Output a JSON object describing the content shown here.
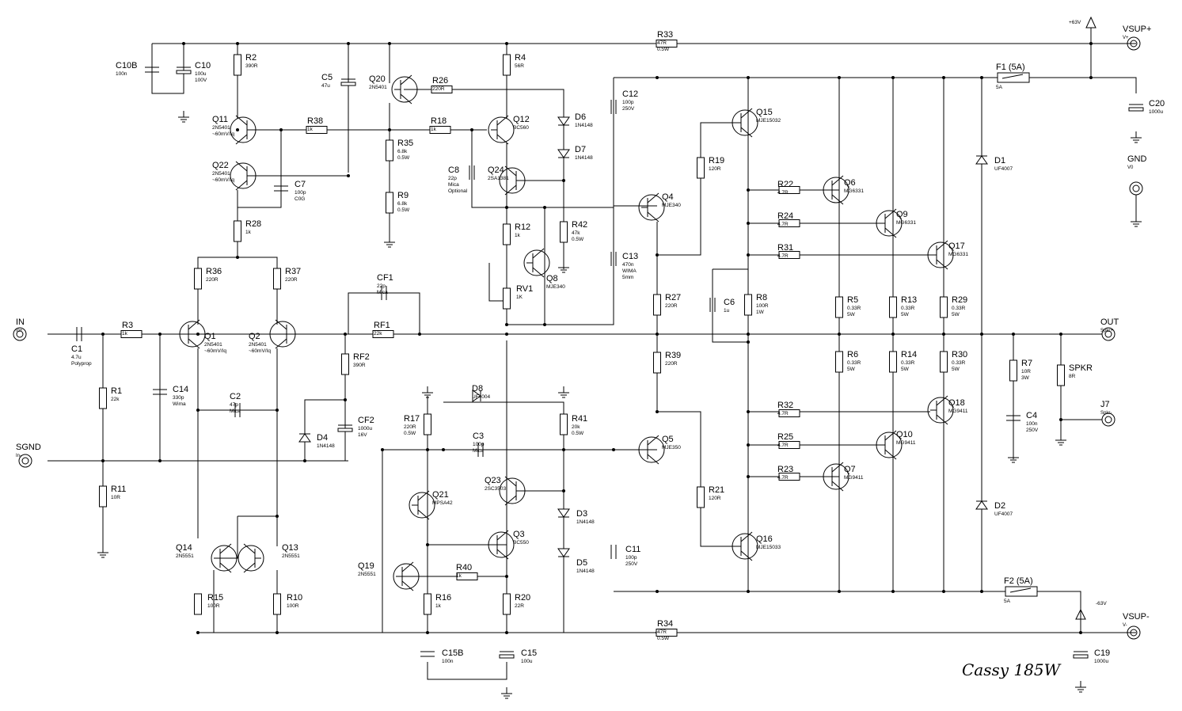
{
  "signature": "Cassy 185W",
  "connectors": {
    "in": {
      "name": "IN",
      "sub": "In+"
    },
    "sgnd": {
      "name": "SGND",
      "sub": "In-"
    },
    "vsupp": {
      "name": "VSUP+",
      "sub": "V+"
    },
    "vsupm": {
      "name": "VSUP-",
      "sub": "V-"
    },
    "gnd": {
      "name": "GND",
      "sub": "V0"
    },
    "out": {
      "name": "OUT",
      "sub": "Spkr+"
    },
    "j7": {
      "name": "J7",
      "sub": "Spkr-"
    }
  },
  "rails": {
    "pos": "+63V",
    "neg": "-63V"
  },
  "resistors": [
    {
      "ref": "R1",
      "v1": "22k"
    },
    {
      "ref": "R2",
      "v1": "390R"
    },
    {
      "ref": "R3",
      "v1": "1k"
    },
    {
      "ref": "R4",
      "v1": "56R"
    },
    {
      "ref": "R5",
      "v1": "0.33R",
      "v2": "5W"
    },
    {
      "ref": "R6",
      "v1": "0.33R",
      "v2": "5W"
    },
    {
      "ref": "R7",
      "v1": "10R",
      "v2": "3W"
    },
    {
      "ref": "R8",
      "v1": "100R",
      "v2": "1W"
    },
    {
      "ref": "R9",
      "v1": "6.8k",
      "v2": "0.5W"
    },
    {
      "ref": "R10",
      "v1": "100R"
    },
    {
      "ref": "R11",
      "v1": "10R"
    },
    {
      "ref": "R12",
      "v1": "1k"
    },
    {
      "ref": "R13",
      "v1": "0.33R",
      "v2": "5W"
    },
    {
      "ref": "R14",
      "v1": "0.33R",
      "v2": "5W"
    },
    {
      "ref": "R15",
      "v1": "100R"
    },
    {
      "ref": "R16",
      "v1": "1k"
    },
    {
      "ref": "R17",
      "v1": "220R",
      "v2": "0.5W"
    },
    {
      "ref": "R18",
      "v1": "1k"
    },
    {
      "ref": "R19",
      "v1": "120R"
    },
    {
      "ref": "R20",
      "v1": "22R"
    },
    {
      "ref": "R21",
      "v1": "120R"
    },
    {
      "ref": "R22",
      "v1": "4.7R"
    },
    {
      "ref": "R23",
      "v1": "4.7R"
    },
    {
      "ref": "R24",
      "v1": "4.7R"
    },
    {
      "ref": "R25",
      "v1": "4.7R"
    },
    {
      "ref": "R26",
      "v1": "220R"
    },
    {
      "ref": "R27",
      "v1": "220R"
    },
    {
      "ref": "R28",
      "v1": "1k"
    },
    {
      "ref": "R29",
      "v1": "0.33R",
      "v2": "5W"
    },
    {
      "ref": "R30",
      "v1": "0.33R",
      "v2": "5W"
    },
    {
      "ref": "R31",
      "v1": "4.7R"
    },
    {
      "ref": "R32",
      "v1": "4.7R"
    },
    {
      "ref": "R33",
      "v1": "47R",
      "v2": "0.5W"
    },
    {
      "ref": "R34",
      "v1": "47R",
      "v2": "0.5W"
    },
    {
      "ref": "R35",
      "v1": "6.8k",
      "v2": "0.5W"
    },
    {
      "ref": "R36",
      "v1": "220R"
    },
    {
      "ref": "R37",
      "v1": "220R"
    },
    {
      "ref": "R38",
      "v1": "1k"
    },
    {
      "ref": "R39",
      "v1": "220R"
    },
    {
      "ref": "R40",
      "v1": "1k"
    },
    {
      "ref": "R41",
      "v1": "20k",
      "v2": "0.5W"
    },
    {
      "ref": "R42",
      "v1": "47k",
      "v2": "0.5W"
    },
    {
      "ref": "RF1",
      "v1": "22k"
    },
    {
      "ref": "RF2",
      "v1": "390R"
    },
    {
      "ref": "RV1",
      "v1": "1K"
    },
    {
      "ref": "SPKR",
      "v1": "8R"
    }
  ],
  "capacitors": [
    {
      "ref": "C1",
      "v1": "4.7u",
      "v2": "Polyprop"
    },
    {
      "ref": "C2",
      "v1": "47p",
      "v2": "Mica"
    },
    {
      "ref": "C3",
      "v1": "100p",
      "v2": "Mica"
    },
    {
      "ref": "C4",
      "v1": "100n",
      "v2": "250V"
    },
    {
      "ref": "C5",
      "v1": "47u"
    },
    {
      "ref": "C6",
      "v1": "1u"
    },
    {
      "ref": "C7",
      "v1": "100p",
      "v2": "C0G"
    },
    {
      "ref": "C8",
      "v1": "22p",
      "v2": "Mica",
      "v3": "Optional"
    },
    {
      "ref": "C10",
      "v1": "100u",
      "v2": "100V"
    },
    {
      "ref": "C10B",
      "v1": "100n"
    },
    {
      "ref": "C11",
      "v1": "100p",
      "v2": "250V"
    },
    {
      "ref": "C12",
      "v1": "100p",
      "v2": "250V"
    },
    {
      "ref": "C13",
      "v1": "470n",
      "v2": "WIMA",
      "v3": "5mm"
    },
    {
      "ref": "C14",
      "v1": "330p",
      "v2": "Wima"
    },
    {
      "ref": "C15",
      "v1": "100u"
    },
    {
      "ref": "C15B",
      "v1": "100n"
    },
    {
      "ref": "C19",
      "v1": "1000u"
    },
    {
      "ref": "C20",
      "v1": "1000u"
    },
    {
      "ref": "CF1",
      "v1": "22p",
      "v2": "Mica"
    },
    {
      "ref": "CF2",
      "v1": "1000u",
      "v2": "16V"
    }
  ],
  "transistors": [
    {
      "ref": "Q1",
      "v1": "2N5401",
      "v2": "~60mV/Iq"
    },
    {
      "ref": "Q2",
      "v1": "2N5401",
      "v2": "~60mV/Iq"
    },
    {
      "ref": "Q3",
      "v1": "BC550"
    },
    {
      "ref": "Q4",
      "v1": "MJE340"
    },
    {
      "ref": "Q5",
      "v1": "MJE350"
    },
    {
      "ref": "Q6",
      "v1": "MG6331"
    },
    {
      "ref": "Q7",
      "v1": "MG9411"
    },
    {
      "ref": "Q8",
      "v1": "MJE340"
    },
    {
      "ref": "Q9",
      "v1": "MG6331"
    },
    {
      "ref": "Q10",
      "v1": "MG9411"
    },
    {
      "ref": "Q11",
      "v1": "2N5401",
      "v2": "~60mV/Iq"
    },
    {
      "ref": "Q12",
      "v1": "BC560"
    },
    {
      "ref": "Q13",
      "v1": "2N5551"
    },
    {
      "ref": "Q14",
      "v1": "2N5551"
    },
    {
      "ref": "Q15",
      "v1": "MJE15032"
    },
    {
      "ref": "Q16",
      "v1": "MJE15033"
    },
    {
      "ref": "Q17",
      "v1": "MG6331"
    },
    {
      "ref": "Q18",
      "v1": "MG9411"
    },
    {
      "ref": "Q19",
      "v1": "2N5551"
    },
    {
      "ref": "Q20",
      "v1": "2N5401"
    },
    {
      "ref": "Q21",
      "v1": "MPSA42"
    },
    {
      "ref": "Q22",
      "v1": "2N5401",
      "v2": "~60mV/Iq"
    },
    {
      "ref": "Q23",
      "v1": "2SC3503"
    },
    {
      "ref": "Q24",
      "v1": "2SA1381"
    }
  ],
  "diodes": [
    {
      "ref": "D1",
      "v1": "UF4007"
    },
    {
      "ref": "D2",
      "v1": "UF4007"
    },
    {
      "ref": "D3",
      "v1": "1N4148"
    },
    {
      "ref": "D4",
      "v1": "1N4148"
    },
    {
      "ref": "D5",
      "v1": "1N4148"
    },
    {
      "ref": "D6",
      "v1": "1N4148"
    },
    {
      "ref": "D7",
      "v1": "1N4148"
    },
    {
      "ref": "D8",
      "v1": "UF4004"
    }
  ],
  "fuses": [
    {
      "ref": "F1 (5A)",
      "v1": "5A"
    },
    {
      "ref": "F2 (5A)",
      "v1": "5A"
    }
  ]
}
